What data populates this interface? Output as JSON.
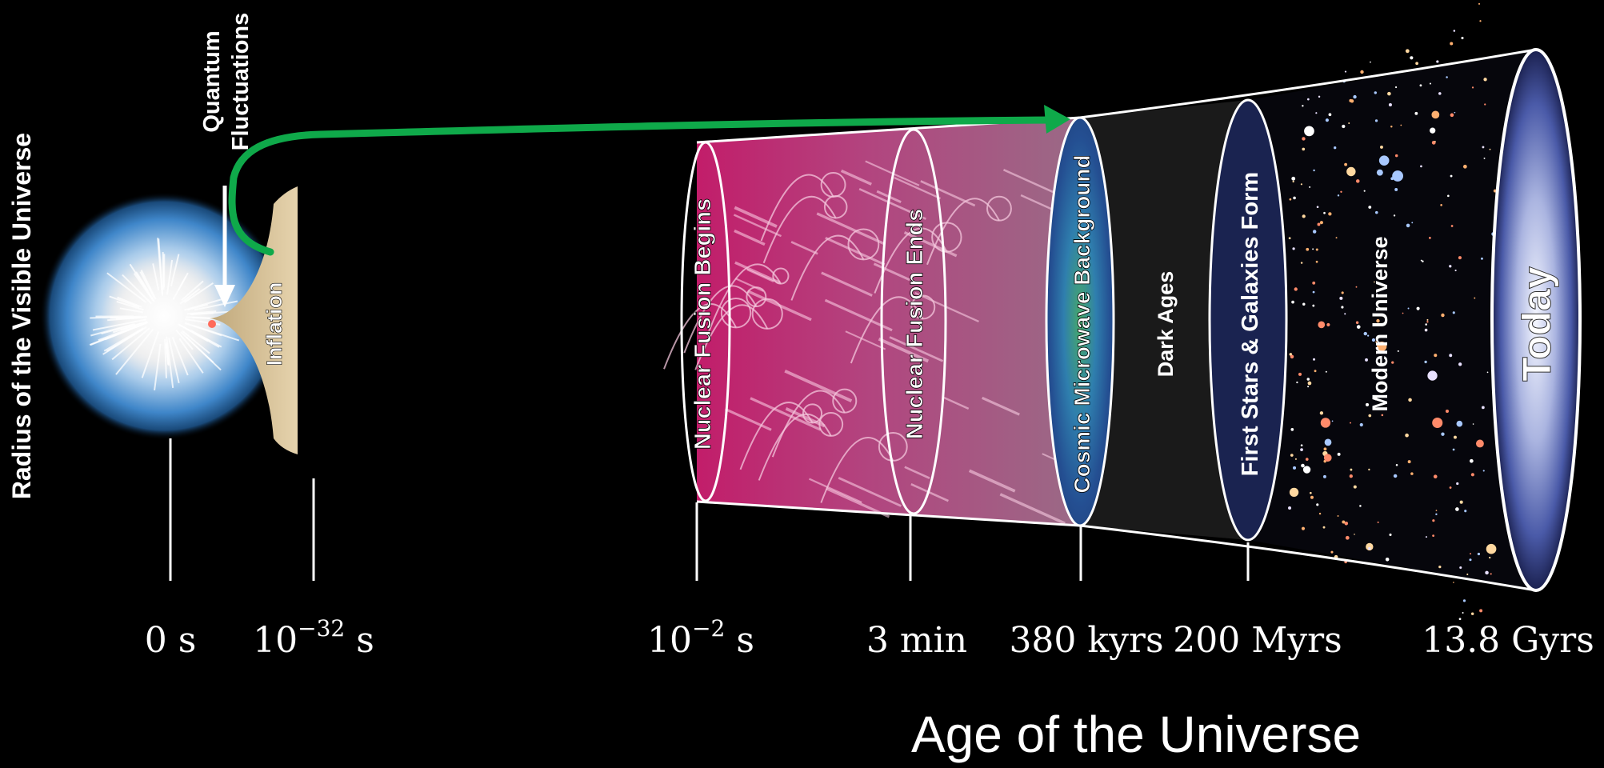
{
  "y_axis_label": "Radius of the Visible Universe",
  "quantum_label": "Quantum Fluctuations",
  "quantum_label_line1": "Quantum",
  "quantum_label_line2": "Fluctuations",
  "inflation_label": "Inflation",
  "eras": {
    "nuclear_fusion_begins": "Nuclear Fusion Begins",
    "nuclear_fusion_ends": "Nuclear Fusion Ends",
    "cmb": "Cosmic Microwave Background",
    "dark_ages": "Dark Ages",
    "first_stars": "First Stars & Galaxies Form",
    "modern_universe": "Modern Universe",
    "today": "Today"
  },
  "ticks": {
    "t0": "0 s",
    "t1_base": "10",
    "t1_exp": "−32",
    "t1_unit": " s",
    "t2_base": "10",
    "t2_exp": "−2",
    "t2_unit": " s",
    "t3": "3 min",
    "t4": "380 kyrs",
    "t5": "200 Myrs",
    "t6": "13.8 Gyrs"
  },
  "x_axis_title": "Age of the Universe",
  "colors": {
    "background": "#000000",
    "arrow": "#0fa94a",
    "inflation": "#d8c39a",
    "early_universe": "#b0306a",
    "cmb": "#2a6fa0",
    "outline": "#ffffff"
  }
}
